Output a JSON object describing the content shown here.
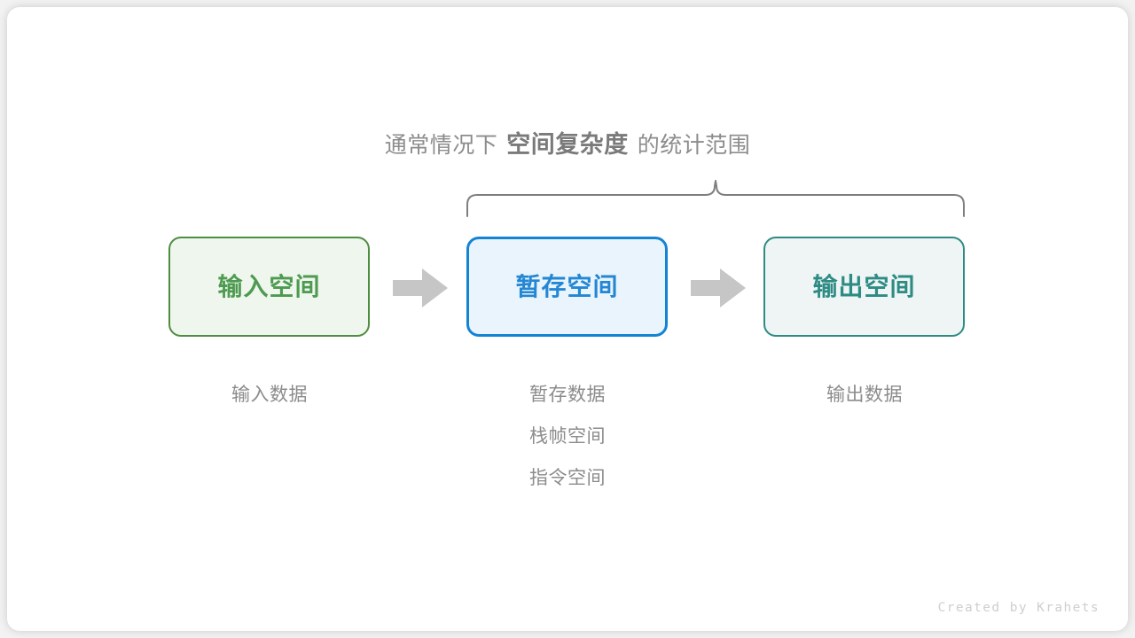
{
  "card": {
    "background": "#ffffff",
    "page_background": "#f2f2f2"
  },
  "title": {
    "prefix": "通常情况下",
    "emphasis": "空间复杂度",
    "suffix": "的统计范围",
    "color": "#8c8c8c",
    "emphasis_color": "#7a7a7a"
  },
  "brace": {
    "name": "curly-brace-span",
    "color": "#7f7f7f",
    "spans": [
      "暂存空间",
      "输出空间"
    ]
  },
  "boxes": [
    {
      "id": "input",
      "label": "输入空间",
      "border_color": "#4f8d40",
      "fill_color": "#eef6ed",
      "text_color": "#4e9a51"
    },
    {
      "id": "temp",
      "label": "暂存空间",
      "border_color": "#1583d4",
      "fill_color": "#e9f4fc",
      "text_color": "#2487d4"
    },
    {
      "id": "output",
      "label": "输出空间",
      "border_color": "#2e8b84",
      "fill_color": "#eef5f4",
      "text_color": "#2e8b84"
    }
  ],
  "arrows": [
    {
      "id": "arrow-1",
      "from": "input",
      "to": "temp",
      "color": "#c6c6c6"
    },
    {
      "id": "arrow-2",
      "from": "temp",
      "to": "output",
      "color": "#c6c6c6"
    }
  ],
  "captions": [
    {
      "id": "input",
      "lines": [
        "输入数据"
      ]
    },
    {
      "id": "temp",
      "lines": [
        "暂存数据",
        "栈帧空间",
        "指令空间"
      ]
    },
    {
      "id": "output",
      "lines": [
        "输出数据"
      ]
    }
  ],
  "caption_color": "#8c8c8c",
  "credit": {
    "text": "Created by Krahets",
    "color": "#cfcfcf"
  }
}
